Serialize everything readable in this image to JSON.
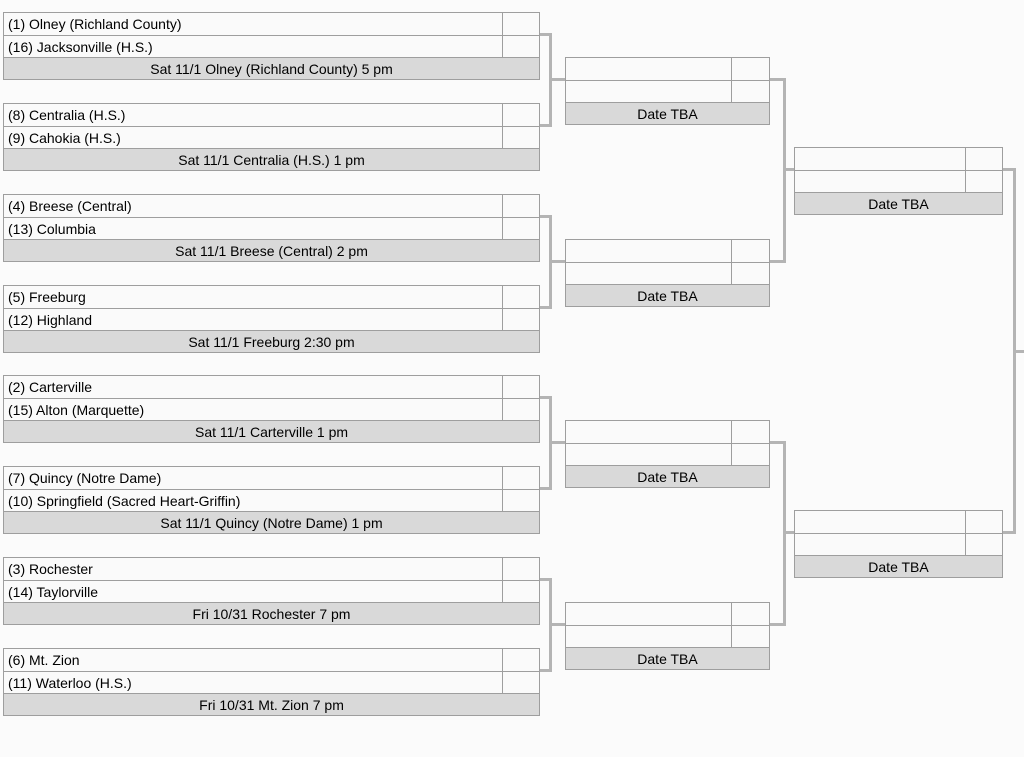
{
  "bracket": {
    "round1": [
      {
        "top": "(1) Olney (Richland County)",
        "top_score": "",
        "bottom": "(16) Jacksonville (H.S.)",
        "bottom_score": "",
        "info": "Sat 11/1 Olney (Richland County) 5 pm"
      },
      {
        "top": "(8) Centralia (H.S.)",
        "top_score": "",
        "bottom": "(9) Cahokia (H.S.)",
        "bottom_score": "",
        "info": "Sat 11/1 Centralia (H.S.) 1 pm"
      },
      {
        "top": "(4) Breese (Central)",
        "top_score": "",
        "bottom": "(13) Columbia",
        "bottom_score": "",
        "info": "Sat 11/1 Breese (Central) 2 pm"
      },
      {
        "top": "(5) Freeburg",
        "top_score": "",
        "bottom": "(12) Highland",
        "bottom_score": "",
        "info": "Sat 11/1 Freeburg 2:30 pm"
      },
      {
        "top": "(2) Carterville",
        "top_score": "",
        "bottom": "(15) Alton (Marquette)",
        "bottom_score": "",
        "info": "Sat 11/1 Carterville 1 pm"
      },
      {
        "top": "(7) Quincy (Notre Dame)",
        "top_score": "",
        "bottom": "(10) Springfield (Sacred Heart-Griffin)",
        "bottom_score": "",
        "info": "Sat 11/1 Quincy (Notre Dame) 1 pm"
      },
      {
        "top": "(3) Rochester",
        "top_score": "",
        "bottom": "(14) Taylorville",
        "bottom_score": "",
        "info": "Fri 10/31 Rochester 7 pm"
      },
      {
        "top": "(6) Mt. Zion",
        "top_score": "",
        "bottom": "(11) Waterloo (H.S.)",
        "bottom_score": "",
        "info": "Fri 10/31 Mt. Zion 7 pm"
      }
    ],
    "round2": [
      {
        "top": "",
        "top_score": "",
        "bottom": "",
        "bottom_score": "",
        "info": "Date TBA"
      },
      {
        "top": "",
        "top_score": "",
        "bottom": "",
        "bottom_score": "",
        "info": "Date TBA"
      },
      {
        "top": "",
        "top_score": "",
        "bottom": "",
        "bottom_score": "",
        "info": "Date TBA"
      },
      {
        "top": "",
        "top_score": "",
        "bottom": "",
        "bottom_score": "",
        "info": "Date TBA"
      }
    ],
    "semifinals": [
      {
        "top": "",
        "top_score": "",
        "bottom": "",
        "bottom_score": "",
        "info": "Date TBA"
      },
      {
        "top": "",
        "top_score": "",
        "bottom": "",
        "bottom_score": "",
        "info": "Date TBA"
      }
    ]
  },
  "colors": {
    "page_background": "#fbfbfb",
    "row_fill": "#fafafa",
    "info_bar_fill": "#d9d9d9",
    "border": "#9e9e9e",
    "connector": "#b4b4b4",
    "text": "#000000"
  }
}
